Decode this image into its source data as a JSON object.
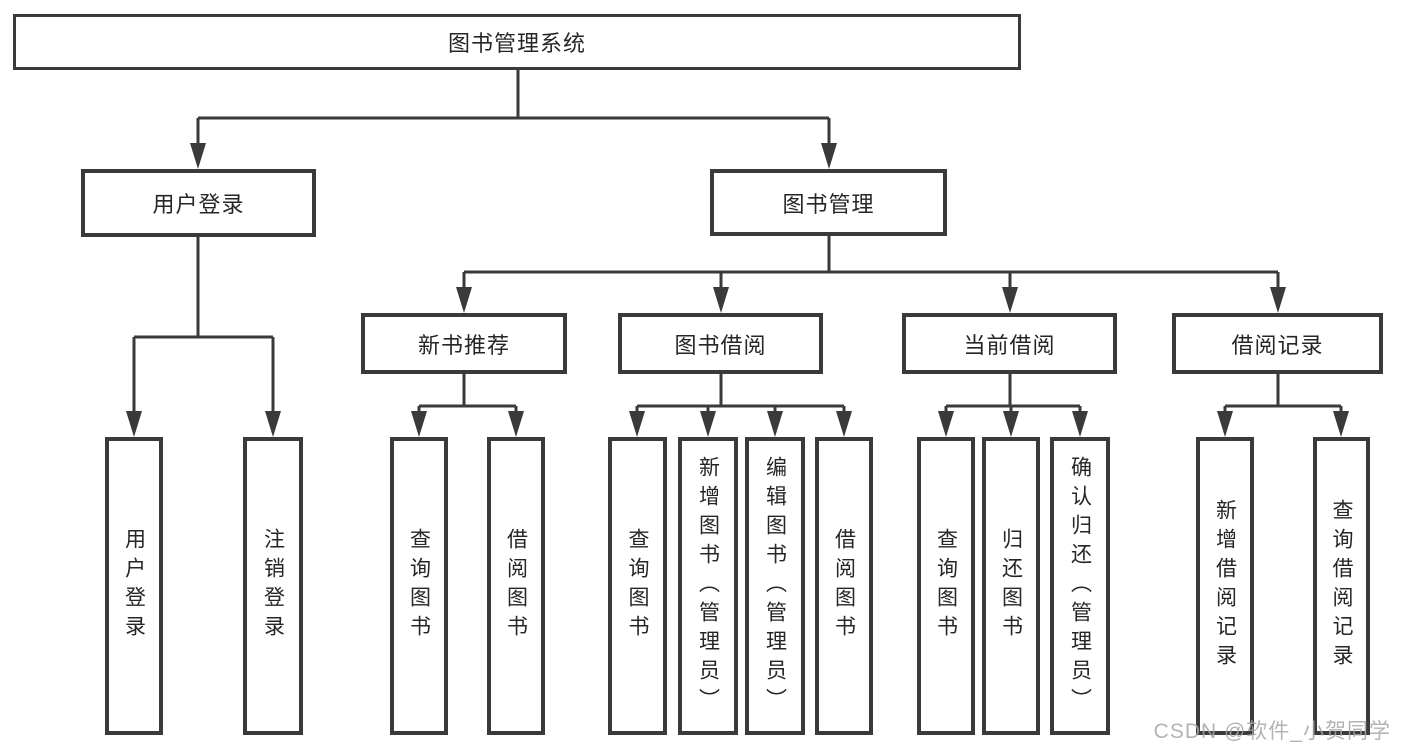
{
  "diagram": {
    "title": "图书管理系统",
    "nodes": {
      "user_login": "用户登录",
      "book_mgmt": "图书管理",
      "new_book": "新书推荐",
      "book_borrow": "图书借阅",
      "current_borrow": "当前借阅",
      "borrow_record": "借阅记录"
    },
    "leaves": {
      "user_login": [
        "用户登录",
        "注销登录"
      ],
      "new_book": [
        "查询图书",
        "借阅图书"
      ],
      "book_borrow": [
        "查询图书",
        "新增图书（管理员）",
        "编辑图书（管理员）",
        "借阅图书"
      ],
      "current_borrow": [
        "查询图书",
        "归还图书",
        "确认归还（管理员）"
      ],
      "borrow_record": [
        "新增借阅记录",
        "查询借阅记录"
      ]
    },
    "watermark": "CSDN @软件_小贺同学",
    "colors": {
      "line": "#3a3a3a",
      "text": "#262626",
      "watermark": "#a6a6a6"
    }
  }
}
